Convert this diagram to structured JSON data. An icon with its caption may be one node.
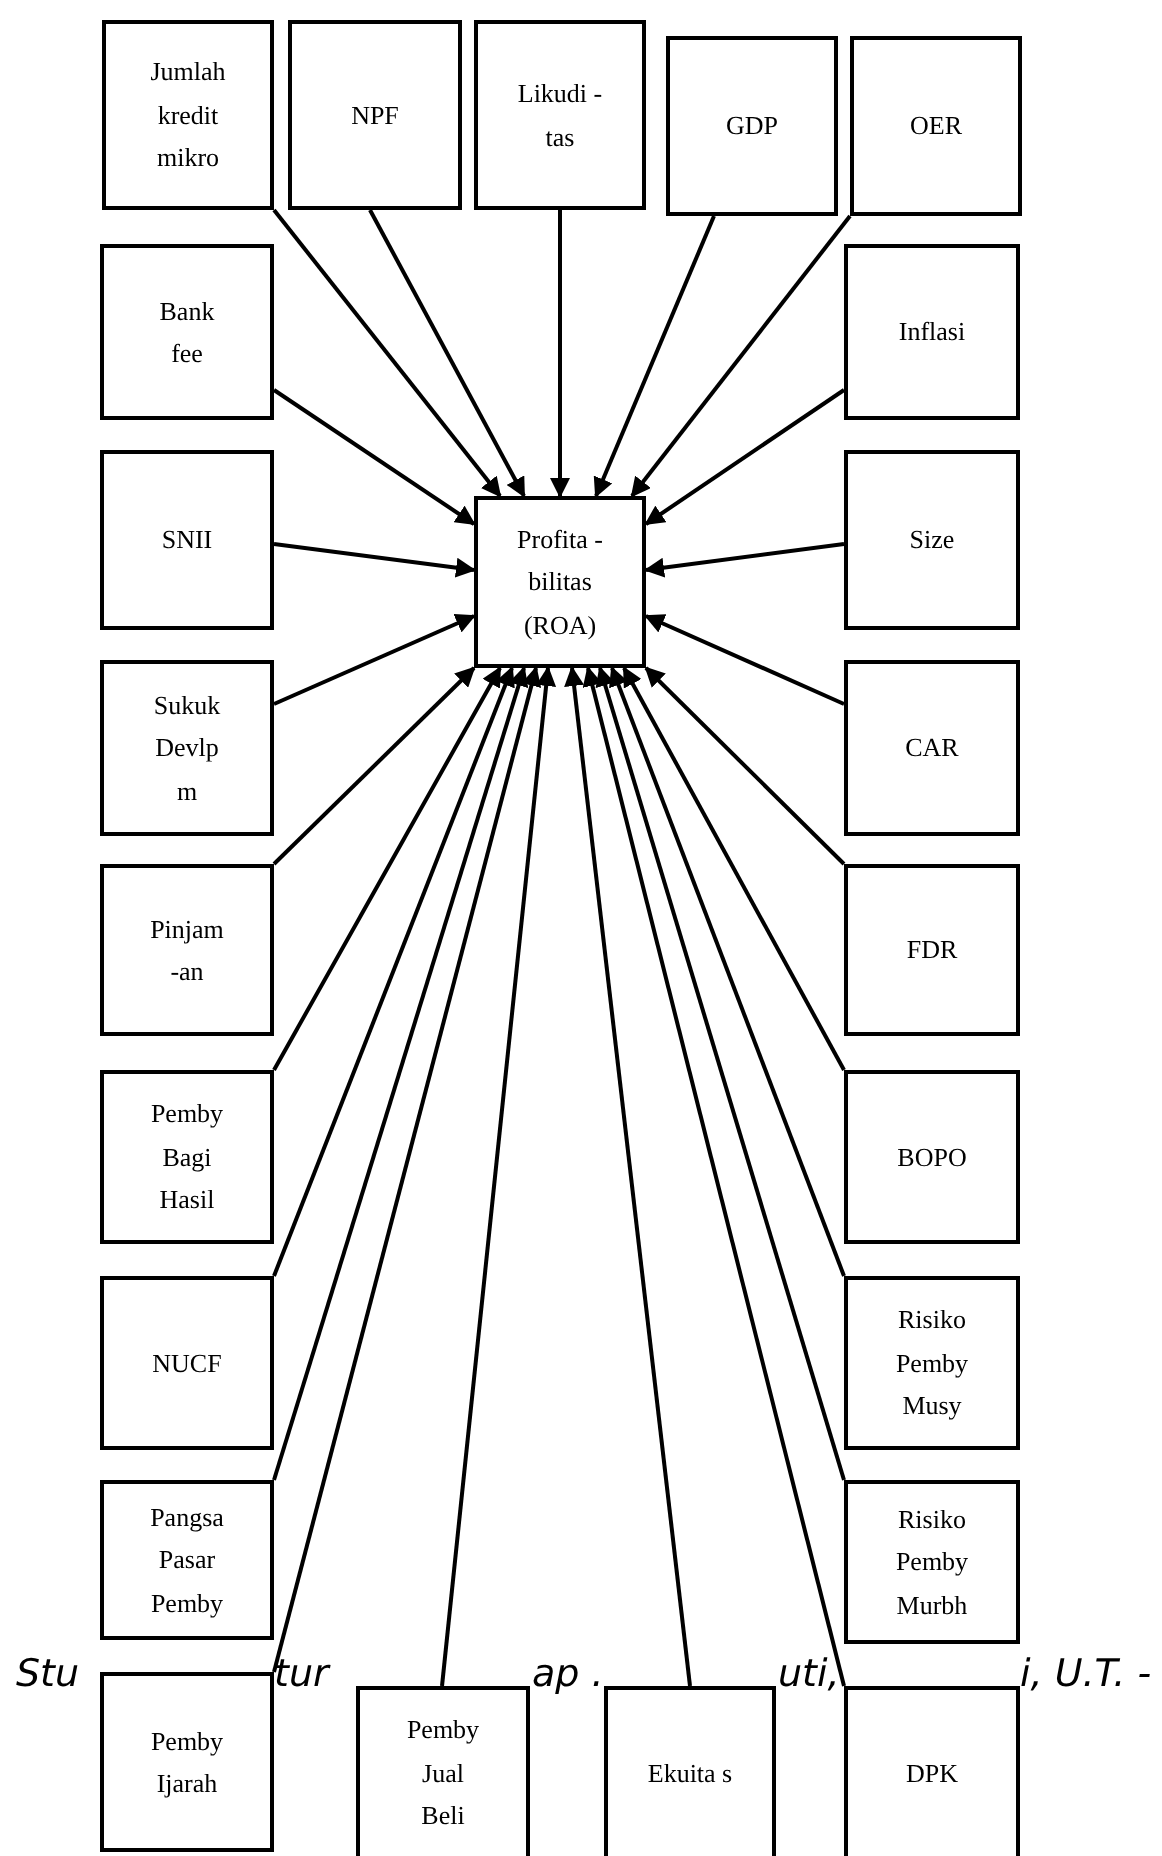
{
  "diagram": {
    "nodes": [
      {
        "text": [
          "Jumlah kredit mikro"
        ]
      },
      {
        "text": [
          "NPF"
        ]
      },
      {
        "text": [
          "Likudi -tas"
        ]
      },
      {
        "text": [
          "GDP"
        ]
      },
      {
        "text": [
          "OER"
        ]
      },
      {
        "text": [
          "Bank fee"
        ]
      },
      {
        "text": [
          "Inflasi"
        ]
      },
      {
        "text": [
          "SNII"
        ]
      },
      {
        "text": [
          "Size"
        ]
      },
      {
        "text": [
          "Profita -bilitas (ROA)"
        ]
      },
      {
        "text": [
          "Sukuk Devlp m"
        ]
      },
      {
        "text": [
          "CAR"
        ]
      },
      {
        "text": [
          "Pinjam -an"
        ]
      },
      {
        "text": [
          "FDR"
        ]
      },
      {
        "text": [
          "Pemby Bagi Hasil"
        ]
      },
      {
        "text": [
          "BOPO"
        ]
      },
      {
        "text": [
          "NUCF"
        ]
      },
      {
        "text": [
          "Risiko Pemby Musy"
        ]
      },
      {
        "text": [
          "Pangsa Pasar Pemby"
        ]
      },
      {
        "text": [
          "Risiko Pemby Murbh"
        ]
      },
      {
        "text": [
          "Pemby Ijarah"
        ]
      },
      {
        "text": [
          "Pemby Jual Beli"
        ]
      },
      {
        "text": [
          "Ekuita s"
        ]
      },
      {
        "text": [
          "DPK"
        ]
      }
    ],
    "edges": [
      {
        "from": 0,
        "to": 9,
        "arrow": "to"
      },
      {
        "from": 1,
        "to": 9,
        "arrow": "to"
      },
      {
        "from": 2,
        "to": 9,
        "arrow": "to"
      },
      {
        "from": 3,
        "to": 9,
        "arrow": "to"
      },
      {
        "from": 4,
        "to": 9,
        "arrow": "to"
      },
      {
        "from": 5,
        "to": 9,
        "arrow": "to"
      },
      {
        "from": 6,
        "to": 9,
        "arrow": "to"
      },
      {
        "from": 7,
        "to": 9,
        "arrow": "to"
      },
      {
        "from": 8,
        "to": 9,
        "arrow": "to"
      },
      {
        "from": 10,
        "to": 9,
        "arrow": "to"
      },
      {
        "from": 11,
        "to": 9,
        "arrow": "to"
      },
      {
        "from": 12,
        "to": 9,
        "arrow": "to"
      },
      {
        "from": 13,
        "to": 9,
        "arrow": "to"
      },
      {
        "from": 14,
        "to": 9,
        "arrow": "to"
      },
      {
        "from": 15,
        "to": 9,
        "arrow": "to"
      },
      {
        "from": 16,
        "to": 9,
        "arrow": "to"
      },
      {
        "from": 17,
        "to": 9,
        "arrow": "to"
      },
      {
        "from": 18,
        "to": 9,
        "arrow": "to"
      },
      {
        "from": 19,
        "to": 9,
        "arrow": "to"
      },
      {
        "from": 20,
        "to": 9,
        "arrow": "to"
      },
      {
        "from": 21,
        "to": 9,
        "arrow": "to"
      },
      {
        "from": 22,
        "to": 9,
        "arrow": "to"
      },
      {
        "from": 23,
        "to": 9,
        "arrow": "to"
      }
    ],
    "labels": [
      "Stu",
      "tur",
      "ap .",
      "uti,",
      "i, U.T. -"
    ]
  }
}
